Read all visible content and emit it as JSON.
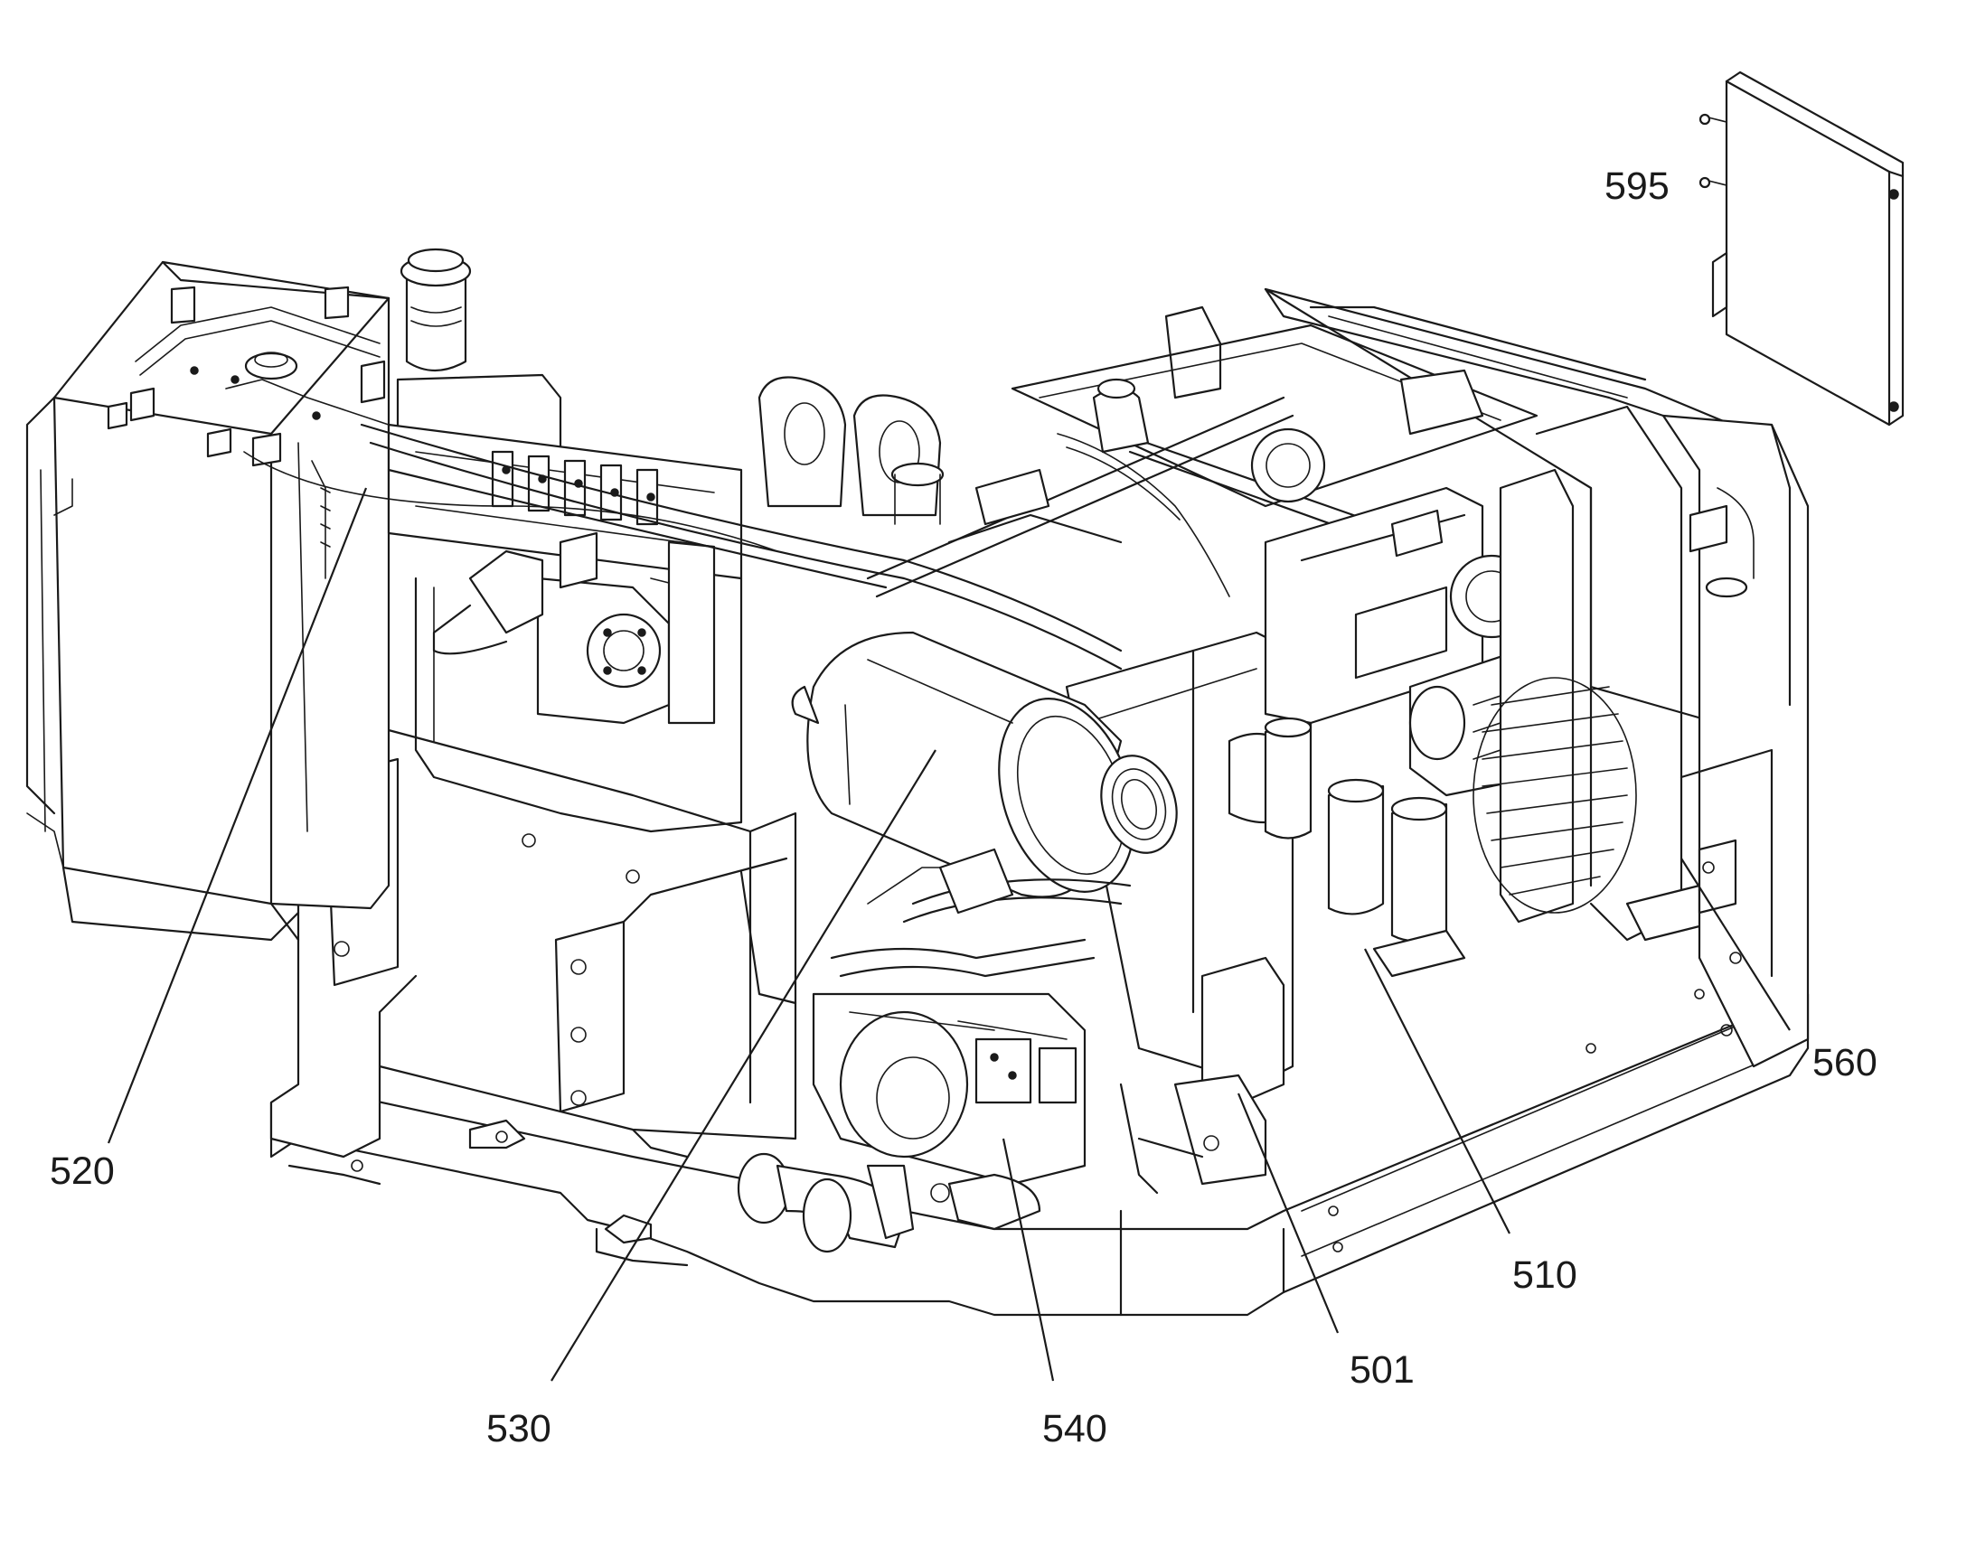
{
  "callouts": {
    "c595": "595",
    "c520": "520",
    "c530": "530",
    "c540": "540",
    "c501": "501",
    "c510": "510",
    "c560": "560"
  },
  "colors": {
    "line": "#1a1a1a",
    "background": "#ffffff"
  }
}
